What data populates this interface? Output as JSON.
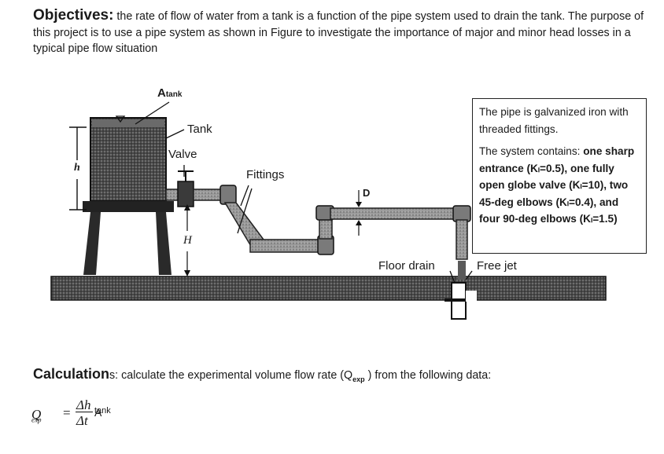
{
  "objectives": {
    "heading": "Objectives:",
    "text": " the rate of flow of water from a tank is a function of the pipe system used to drain the tank. The purpose of this project is to use a pipe system as shown in Figure to investigate the importance of major and minor head losses in a typical pipe flow situation"
  },
  "figure": {
    "a_tank": "A",
    "a_tank_sub": "tank",
    "tank": "Tank",
    "valve": "Valve",
    "fittings": "Fittings",
    "h": "h",
    "H": "H",
    "D": "D",
    "floor_drain": "Floor drain",
    "free_jet": "Free jet"
  },
  "info_box": {
    "line1": "The pipe is galvanized iron with threaded fittings.",
    "intro": "The system contains: ",
    "items": "one sharp entrance (Kₗ=0.5), one fully open globe valve (Kₗ=10), two 45-deg elbows (Kₗ=0.4), and four 90-deg elbows (Kₗ=1.5)"
  },
  "calculations": {
    "heading": "Calculation",
    "heading_suffix": "s",
    "text": ": calculate the experimental volume flow rate (Q",
    "sub": "exp",
    "text_end": " ) from the following data:"
  },
  "formula": {
    "Q": "Q",
    "Q_sub": "exp",
    "equals": "=",
    "numerator": "Δh",
    "denominator": "Δt",
    "factor": "A",
    "factor_sub": "tank"
  }
}
